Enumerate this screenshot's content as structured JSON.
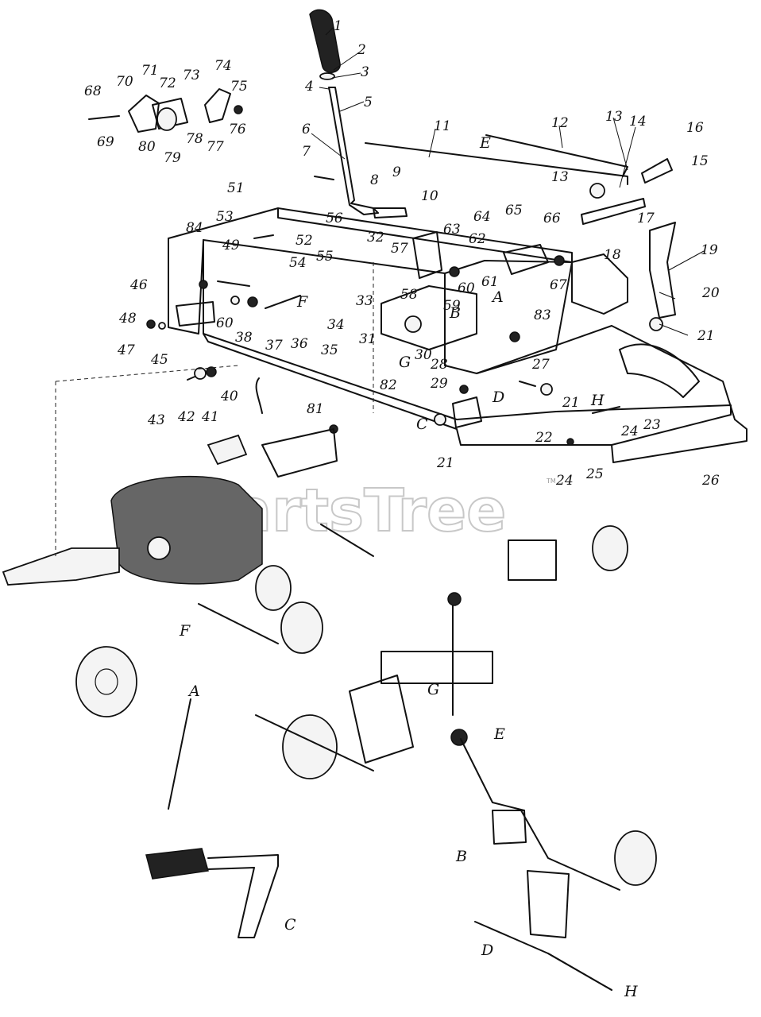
{
  "watermark": {
    "text": "PartsTree",
    "tm": "TM"
  },
  "callouts": {
    "n1": "1",
    "n2": "2",
    "n3": "3",
    "n4": "4",
    "n5": "5",
    "n6": "6",
    "n7": "7",
    "n8": "8",
    "n9": "9",
    "n10": "10",
    "n11": "11",
    "n12": "12",
    "n13a": "13",
    "n13b": "13",
    "n14": "14",
    "n15": "15",
    "n16": "16",
    "n17": "17",
    "n18": "18",
    "n19": "19",
    "n20": "20",
    "n21a": "21",
    "n21b": "21",
    "n21c": "21",
    "n22": "22",
    "n23": "23",
    "n24a": "24",
    "n24b": "24",
    "n25": "25",
    "n26": "26",
    "n27": "27",
    "n28": "28",
    "n29": "29",
    "n30": "30",
    "n31": "31",
    "n32": "32",
    "n33": "33",
    "n34": "34",
    "n35": "35",
    "n36": "36",
    "n37": "37",
    "n38": "38",
    "n40": "40",
    "n41": "41",
    "n42": "42",
    "n43": "43",
    "n45": "45",
    "n46": "46",
    "n47": "47",
    "n48": "48",
    "n49": "49",
    "n51": "51",
    "n52": "52",
    "n53": "53",
    "n54": "54",
    "n55": "55",
    "n56": "56",
    "n57": "57",
    "n58": "58",
    "n59": "59",
    "n60a": "60",
    "n60b": "60",
    "n61": "61",
    "n62": "62",
    "n63": "63",
    "n64": "64",
    "n65": "65",
    "n66": "66",
    "n67": "67",
    "n68": "68",
    "n69": "69",
    "n70": "70",
    "n71": "71",
    "n72": "72",
    "n73": "73",
    "n74": "74",
    "n75": "75",
    "n76": "76",
    "n77": "77",
    "n78": "78",
    "n79": "79",
    "n80": "80",
    "n81": "81",
    "n82": "82",
    "n83": "83",
    "n84": "84"
  },
  "references": {
    "E1": "E",
    "E2": "E",
    "A1": "A",
    "A2": "A",
    "B1": "B",
    "B2": "B",
    "C1": "C",
    "C2": "C",
    "D1": "D",
    "D2": "D",
    "F1": "F",
    "F2": "F",
    "G1": "G",
    "G2": "G",
    "H1": "H",
    "H2": "H"
  }
}
